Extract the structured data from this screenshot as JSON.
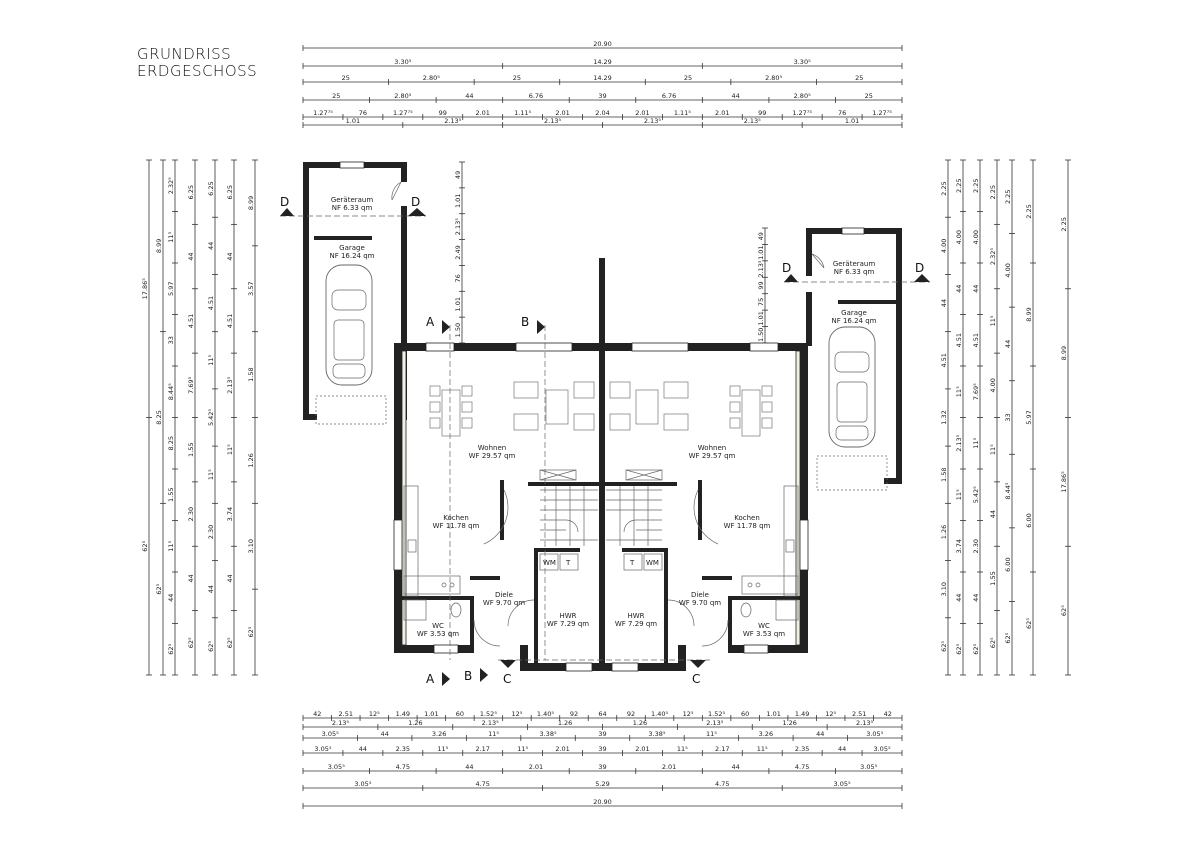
{
  "title": {
    "line1": "GRUNDRISS",
    "line2": "ERDGESCHOSS"
  },
  "rooms": {
    "geraete_left": {
      "name": "Geräteraum",
      "area": "NF  6.33  qm"
    },
    "garage_left": {
      "name": "Garage",
      "area": "NF  16.24  qm"
    },
    "wohnen_left": {
      "name": "Wohnen",
      "area": "WF  29.57  qm"
    },
    "kochen_left": {
      "name": "Kochen",
      "area": "WF  11.78  qm"
    },
    "diele_left": {
      "name": "Diele",
      "area": "WF  9.70  qm"
    },
    "wc_left": {
      "name": "WC",
      "area": "WF  3.53  qm"
    },
    "hwr_left": {
      "name": "HWR",
      "area": "WF  7.29  qm"
    },
    "geraete_right": {
      "name": "Geräteraum",
      "area": "NF  6.33  qm"
    },
    "garage_right": {
      "name": "Garage",
      "area": "NF  16.24  qm"
    },
    "wohnen_right": {
      "name": "Wohnen",
      "area": "WF  29.57  qm"
    },
    "kochen_right": {
      "name": "Kochen",
      "area": "WF  11.78  qm"
    },
    "diele_right": {
      "name": "Diele",
      "area": "WF  9.70  qm"
    },
    "wc_right": {
      "name": "WC",
      "area": "WF  3.53  qm"
    },
    "hwr_right": {
      "name": "HWR",
      "area": "WF  7.29  qm"
    },
    "wm": "WM",
    "t": "T"
  },
  "sections": {
    "a": "A",
    "b": "B",
    "c": "C",
    "d": "D"
  },
  "dims": {
    "top": [
      [
        "20.90"
      ],
      [
        "3.30⁵",
        "14.29",
        "3.30⁵"
      ],
      [
        "25",
        "2.80⁵",
        "25",
        "14.29",
        "25",
        "2.80⁵",
        "25"
      ],
      [
        "25",
        "2.80⁵",
        "44",
        "6.76",
        "39",
        "6.76",
        "44",
        "2.80⁵",
        "25"
      ],
      [
        "1.27⁷⁵",
        "76",
        "1.27⁷⁵",
        "99",
        "2.01",
        "1.11⁵",
        "2.01",
        "2.04",
        "2.01",
        "1.11⁵",
        "2.01",
        "99",
        "1.27⁷⁵",
        "76",
        "1.27⁷⁵"
      ],
      [
        "1.01",
        "2.13⁵",
        "2.13⁵",
        "2.13⁵",
        "2.13⁵",
        "1.01"
      ]
    ],
    "bottom": [
      [
        "42",
        "2.51",
        "12⁵",
        "1.49",
        "1.01",
        "60",
        "1.52⁵",
        "12⁵",
        "1.40⁵",
        "92",
        "64",
        "92",
        "1.40⁵",
        "12⁵",
        "1.52⁵",
        "60",
        "1.01",
        "1.49",
        "12⁵",
        "2.51",
        "42"
      ],
      [
        "2.13⁵",
        "1.26",
        "2.13⁵",
        "1.26",
        "1.26",
        "2.13⁵",
        "1.26",
        "2.13⁵"
      ],
      [
        "3.05⁵",
        "44",
        "3.26",
        "11⁵",
        "3.38⁵",
        "39",
        "3.38⁵",
        "11⁵",
        "3.26",
        "44",
        "3.05⁵"
      ],
      [
        "3.05⁵",
        "44",
        "2.35",
        "11⁵",
        "2.17",
        "11⁵",
        "2.01",
        "39",
        "2.01",
        "11⁵",
        "2.17",
        "11⁵",
        "2.35",
        "44",
        "3.05⁵"
      ],
      [
        "3.05⁵",
        "4.75",
        "44",
        "2.01",
        "39",
        "2.01",
        "44",
        "4.75",
        "3.05⁵"
      ],
      [
        "3.05⁵",
        "4.75",
        "5.29",
        "4.75",
        "3.05⁵"
      ],
      [
        "20.90"
      ]
    ],
    "left": [
      [
        "17.86⁵",
        "62⁵"
      ],
      [
        "8.99",
        "8.25",
        "62⁵"
      ],
      [
        "2.32⁵",
        "11⁵",
        "5.97",
        "33",
        "8.44⁵",
        "8.25",
        "1.55",
        "11⁵",
        "44",
        "62⁵"
      ],
      [
        "6.25",
        "44",
        "4.51",
        "7.69⁵",
        "1.55",
        "2.30",
        "44",
        "62⁵"
      ],
      [
        "6.25",
        "44",
        "4.51",
        "11⁵",
        "5.42⁵",
        "11⁵",
        "2.30",
        "44",
        "62⁵"
      ],
      [
        "6.25",
        "44",
        "4.51",
        "2.13⁵",
        "11⁵",
        "3.74",
        "44",
        "62⁵"
      ],
      [
        "8.99",
        "3.57",
        "1.58",
        "1.26",
        "3.10",
        "62⁵"
      ]
    ],
    "right": [
      [
        "2.25",
        "4.00",
        "44",
        "4.51",
        "1.32",
        "1.58",
        "1.26",
        "3.10",
        "62⁵"
      ],
      [
        "2.25",
        "4.00",
        "44",
        "4.51",
        "11⁵",
        "2.13⁵",
        "11⁵",
        "3.74",
        "44",
        "62⁵"
      ],
      [
        "2.25",
        "4.00",
        "44",
        "4.51",
        "7.69⁵",
        "11⁵",
        "5.42⁵",
        "2.30",
        "44",
        "62⁵"
      ],
      [
        "2.25",
        "2.32⁵",
        "11⁵",
        "4.00",
        "11⁵",
        "44",
        "1.55",
        "62⁵"
      ],
      [
        "2.25",
        "4.00",
        "44",
        "33",
        "8.44⁵",
        "6.00",
        "62⁵"
      ],
      [
        "2.25",
        "8.99",
        "5.97",
        "6.00",
        "62⁵"
      ],
      [
        "2.25",
        "8.99",
        "17.86⁵",
        "62⁵"
      ]
    ],
    "inner_left": [
      "49",
      "1.01",
      "2.13⁵",
      "2.49",
      "76",
      "1.01",
      "1.50"
    ],
    "inner_right": [
      "49",
      "1.01",
      "2.13⁵",
      "99",
      "75",
      "1.01",
      "1.50"
    ]
  }
}
